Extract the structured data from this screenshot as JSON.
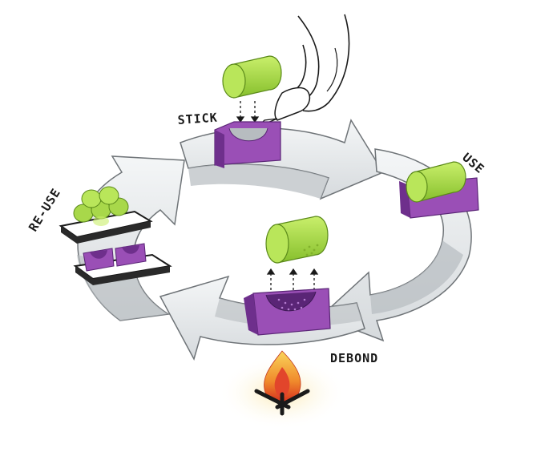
{
  "diagram": {
    "stages": [
      {
        "id": "stick",
        "label": "STICK"
      },
      {
        "id": "use",
        "label": "USE"
      },
      {
        "id": "debond",
        "label": "DEBOND"
      },
      {
        "id": "re-use",
        "label": "RE-USE"
      }
    ]
  },
  "colors": {
    "arrow_fill": "#e9ecee",
    "arrow_shadow": "#b7bcc0",
    "arrow_outline": "#6f7478",
    "block_purple": "#9a4fb6",
    "block_purple_dark": "#6e2f8c",
    "cylinder_green": "#a8d84a",
    "cylinder_green_dark": "#6e9e22",
    "pallet": "#2a2a2a",
    "flame_outer": "#f6c542",
    "flame_inner": "#e2452b",
    "glow": "#fbe9b0"
  },
  "icons": [
    "hand-with-glue-bottle-icon",
    "fire-icon",
    "pallet-icon"
  ]
}
